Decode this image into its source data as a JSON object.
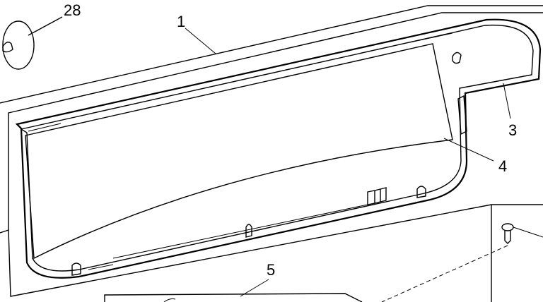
{
  "diagram": {
    "callouts": [
      {
        "id": "28",
        "label": "28"
      },
      {
        "id": "1",
        "label": "1"
      },
      {
        "id": "3",
        "label": "3"
      },
      {
        "id": "4",
        "label": "4"
      },
      {
        "id": "5",
        "label": "5"
      }
    ]
  }
}
